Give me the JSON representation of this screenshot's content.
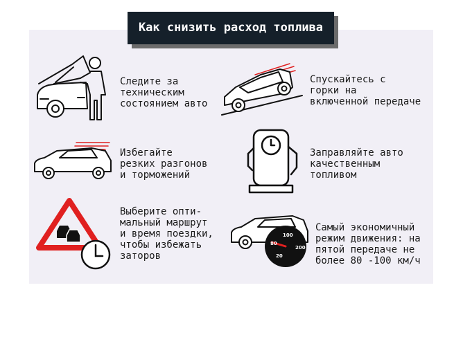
{
  "title": "Как снизить расход топлива",
  "tips": [
    {
      "icon": "car-hood-open-mechanic-icon",
      "lines": [
        "Следите за",
        "техническим",
        "состоянием авто"
      ]
    },
    {
      "icon": "car-downhill-icon",
      "lines": [
        "Спускайтесь с",
        "горки на",
        "включенной передаче"
      ]
    },
    {
      "icon": "car-speed-lines-icon",
      "lines": [
        "Избегайте",
        "резких разгонов",
        "и торможений"
      ]
    },
    {
      "icon": "fuel-pump-icon",
      "lines": [
        "Заправляйте авто",
        "качественным",
        "топливом"
      ]
    },
    {
      "icon": "traffic-jam-warning-clock-icon",
      "lines": [
        "Выберите опти-",
        "мальный маршрут",
        "и время поездки,",
        "чтобы избежать",
        "заторов"
      ]
    },
    {
      "icon": "car-speedometer-icon",
      "lines": [
        "Самый экономичный",
        "режим движения: на",
        "пятой передаче не",
        "более 80 -100 км/ч"
      ]
    }
  ],
  "speedometer_labels": [
    "80",
    "100",
    "200",
    "20"
  ],
  "colors": {
    "accent": "#e02020",
    "title_bg": "#15202a",
    "panel_bg": "#f1eff6"
  }
}
